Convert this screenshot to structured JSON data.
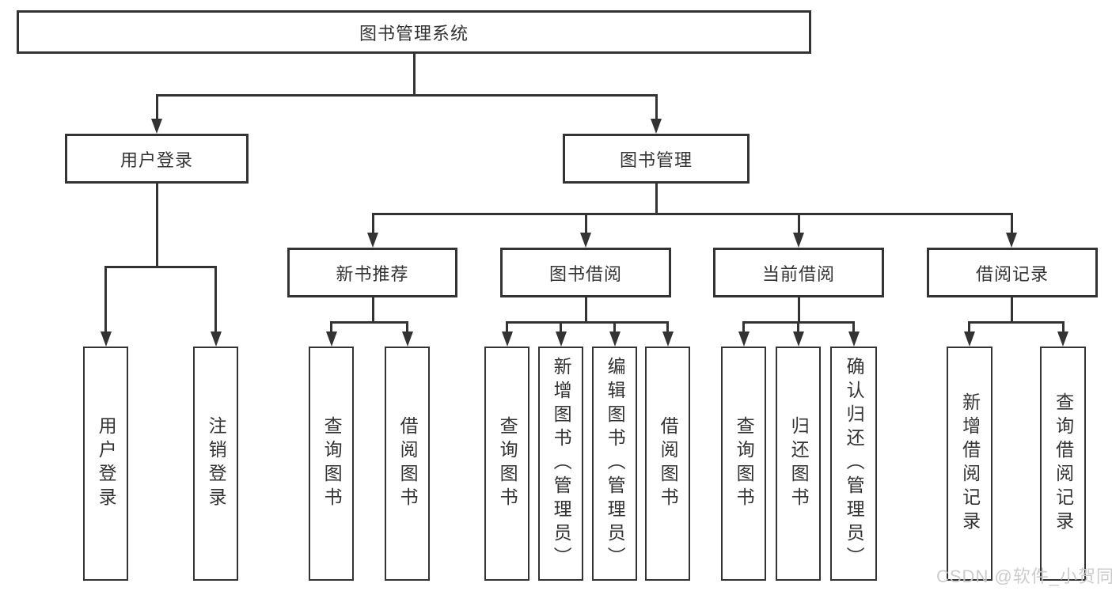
{
  "tree": {
    "root": {
      "label": "图书管理系统"
    },
    "user_login": {
      "label": "用户登录",
      "children": [
        {
          "label": "用户登录"
        },
        {
          "label": "注销登录"
        }
      ]
    },
    "book_mgmt": {
      "label": "图书管理",
      "sections": [
        {
          "label": "新书推荐",
          "children": [
            {
              "label": "查询图书"
            },
            {
              "label": "借阅图书"
            }
          ]
        },
        {
          "label": "图书借阅",
          "children": [
            {
              "label": "查询图书"
            },
            {
              "label": "新增图书（管理员）"
            },
            {
              "label": "编辑图书（管理员）"
            },
            {
              "label": "借阅图书"
            }
          ]
        },
        {
          "label": "当前借阅",
          "children": [
            {
              "label": "查询图书"
            },
            {
              "label": "归还图书"
            },
            {
              "label": "确认归还（管理员）"
            }
          ]
        },
        {
          "label": "借阅记录",
          "children": [
            {
              "label": "新增借阅记录"
            },
            {
              "label": "查询借阅记录"
            }
          ]
        }
      ]
    }
  },
  "watermark": {
    "text": "CSDN @软件_小贺同学"
  },
  "colors": {
    "line": "#333333",
    "text": "#333333",
    "watermark": "#c9c9c9",
    "background": "#ffffff"
  }
}
